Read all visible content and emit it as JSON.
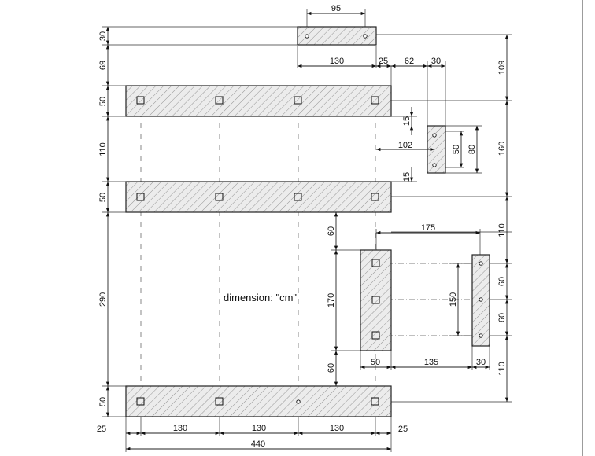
{
  "note": "dimension: \"cm\"",
  "dimensions": {
    "top_95": "95",
    "top_130": "130",
    "top_25": "25",
    "top_62": "62",
    "top_30": "30",
    "left_30": "30",
    "left_69": "69",
    "left_50a": "50",
    "left_110": "110",
    "left_50b": "50",
    "left_290": "290",
    "left_50c": "50",
    "right_109": "109",
    "right_160": "160",
    "right_110a": "110",
    "right_110b": "110",
    "right_60a": "60",
    "right_60b": "60",
    "mid_15a": "15",
    "mid_102": "102",
    "mid_50": "50",
    "mid_80": "80",
    "mid_15b": "15",
    "low_60a": "60",
    "low_170": "170",
    "low_60b": "60",
    "low_175": "175",
    "low_150": "150",
    "low_50": "50",
    "low_135": "135",
    "low_30": "30",
    "bot_25a": "25",
    "bot_130a": "130",
    "bot_130b": "130",
    "bot_130c": "130",
    "bot_25b": "25",
    "bot_440": "440"
  }
}
